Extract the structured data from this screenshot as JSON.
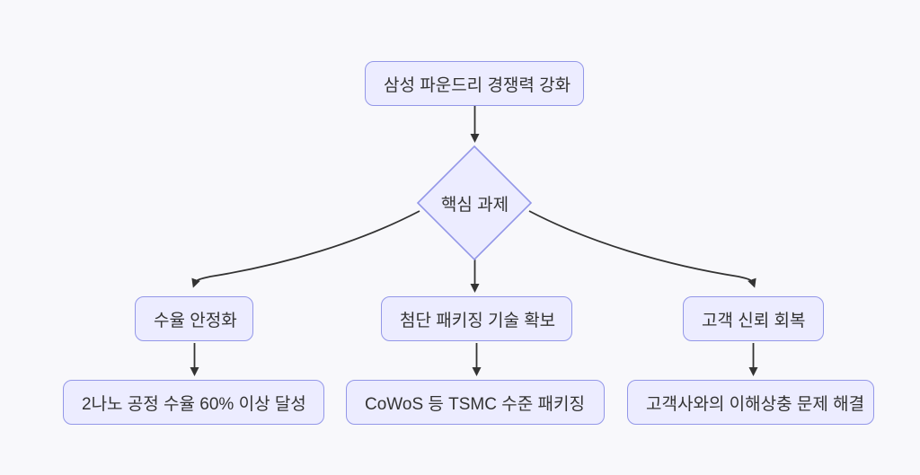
{
  "diagram_type": "flowchart",
  "colors": {
    "background": "#f8f8fb",
    "node_fill": "#ECECFF",
    "node_border": "#9397E8",
    "edge": "#333333",
    "text": "#333333"
  },
  "nodes": {
    "root": {
      "label": "삼성 파운드리 경쟁력 강화"
    },
    "decision": {
      "label": "핵심 과제"
    },
    "branch1": {
      "label": "수율 안정화"
    },
    "branch2": {
      "label": "첨단 패키징 기술 확보"
    },
    "branch3": {
      "label": "고객 신뢰 회복"
    },
    "detail1": {
      "label": "2나노 공정 수율 60% 이상 달성"
    },
    "detail2": {
      "label": "CoWoS 등 TSMC 수준 패키징"
    },
    "detail3": {
      "label": "고객사와의 이해상충 문제 해결"
    }
  },
  "edges": [
    {
      "from": "root",
      "to": "decision"
    },
    {
      "from": "decision",
      "to": "branch1"
    },
    {
      "from": "decision",
      "to": "branch2"
    },
    {
      "from": "decision",
      "to": "branch3"
    },
    {
      "from": "branch1",
      "to": "detail1"
    },
    {
      "from": "branch2",
      "to": "detail2"
    },
    {
      "from": "branch3",
      "to": "detail3"
    }
  ]
}
